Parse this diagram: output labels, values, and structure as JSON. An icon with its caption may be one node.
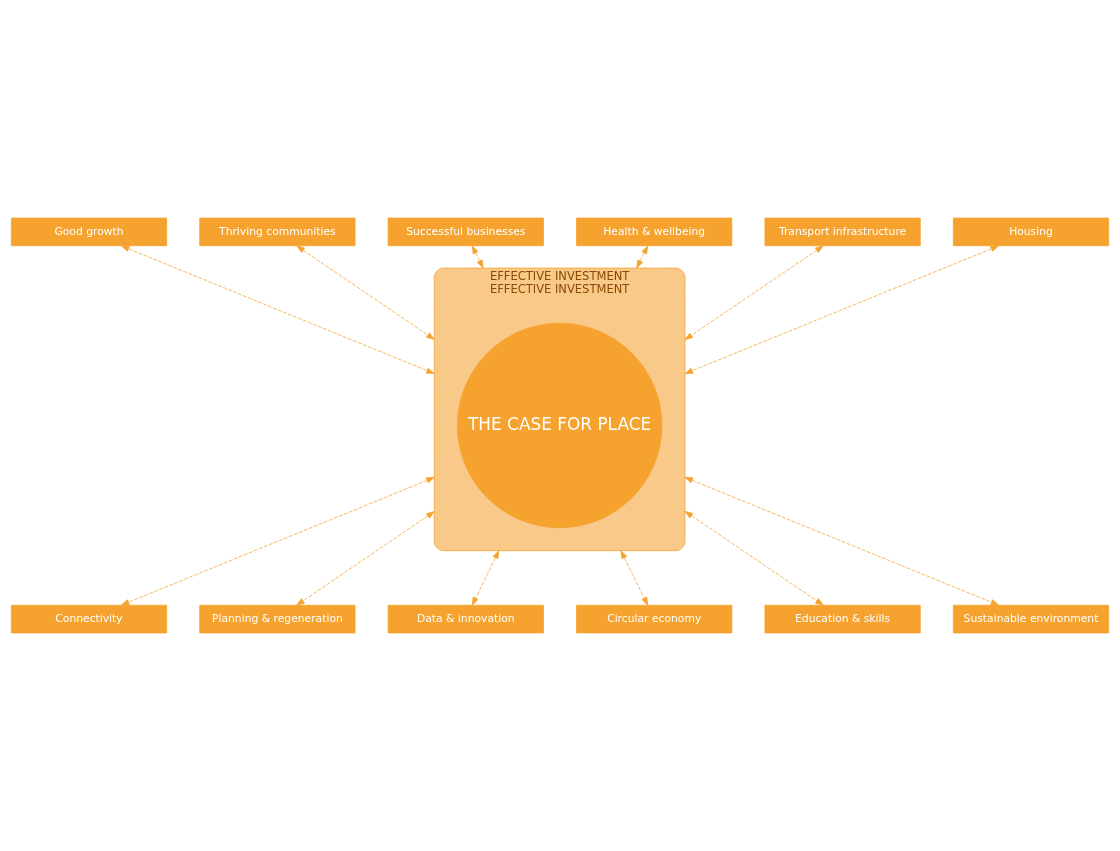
{
  "diagram": {
    "nodes": [
      {
        "text": [
          "EFFECTIVE INVESTMENT",
          "EFFECTIVE INVESTMENT"
        ]
      },
      {
        "text": [
          "THE CASE FOR PLACE"
        ],
        "in": 0
      },
      {
        "text": [
          "Good growth"
        ]
      },
      {
        "text": [
          "Thriving communities"
        ]
      },
      {
        "text": [
          "Successful businesses"
        ]
      },
      {
        "text": [
          "Health & wellbeing"
        ]
      },
      {
        "text": [
          "Transport infrastructure"
        ]
      },
      {
        "text": [
          "Housing"
        ]
      },
      {
        "text": [
          "Connectivity"
        ]
      },
      {
        "text": [
          "Planning & regeneration"
        ]
      },
      {
        "text": [
          "Data & innovation"
        ]
      },
      {
        "text": [
          "Circular economy"
        ]
      },
      {
        "text": [
          "Education & skills"
        ]
      },
      {
        "text": [
          "Sustainable environment"
        ]
      }
    ],
    "edges": [
      {
        "from": 2,
        "to": 0,
        "arrow": "both",
        "style": "dashed"
      },
      {
        "from": 3,
        "to": 0,
        "arrow": "both",
        "style": "dashed"
      },
      {
        "from": 4,
        "to": 0,
        "arrow": "both",
        "style": "dashed"
      },
      {
        "from": 5,
        "to": 0,
        "arrow": "both",
        "style": "dashed"
      },
      {
        "from": 6,
        "to": 0,
        "arrow": "both",
        "style": "dashed"
      },
      {
        "from": 7,
        "to": 0,
        "arrow": "both",
        "style": "dashed"
      },
      {
        "from": 0,
        "to": 8,
        "arrow": "both",
        "style": "dashed"
      },
      {
        "from": 0,
        "to": 9,
        "arrow": "both",
        "style": "dashed"
      },
      {
        "from": 0,
        "to": 10,
        "arrow": "both",
        "style": "dashed"
      },
      {
        "from": 0,
        "to": 11,
        "arrow": "both",
        "style": "dashed"
      },
      {
        "from": 0,
        "to": 12,
        "arrow": "both",
        "style": "dashed"
      },
      {
        "from": 0,
        "to": 13,
        "arrow": "both",
        "style": "dashed"
      }
    ]
  }
}
